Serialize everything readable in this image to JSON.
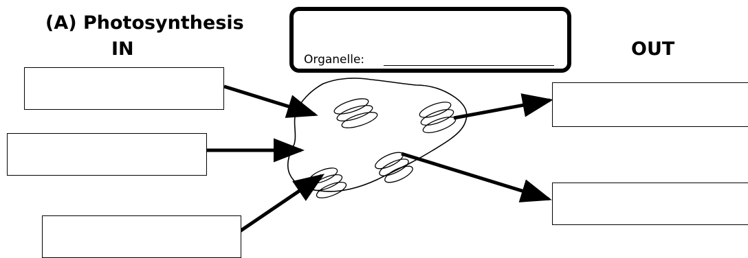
{
  "title": "(A) Photosynthesis",
  "headings": {
    "in": "IN",
    "out": "OUT"
  },
  "organelle_box": {
    "label": "Organelle:"
  },
  "answer_boxes": {
    "inputs": [
      "",
      "",
      ""
    ],
    "outputs": [
      "",
      ""
    ]
  },
  "colors": {
    "ink": "#000000",
    "background": "#ffffff"
  }
}
